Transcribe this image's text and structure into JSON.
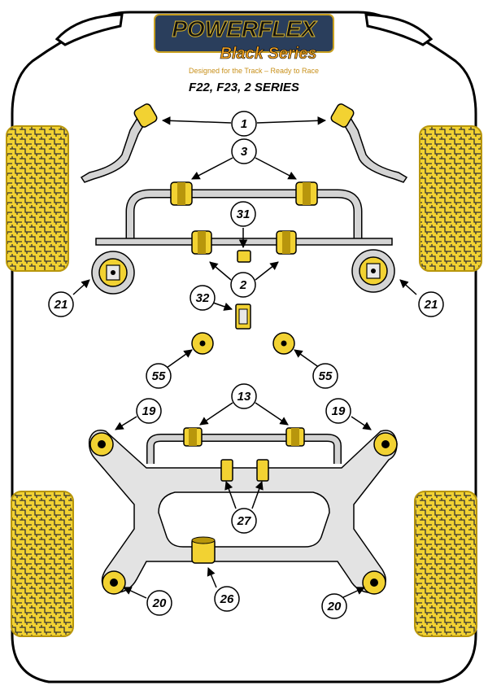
{
  "header": {
    "brand": "POWERFLEX",
    "series": "Black Series",
    "tagline": "Designed for the Track – Ready to Race",
    "model": "F22, F23, 2 SERIES"
  },
  "colors": {
    "bushing": "#f2d232",
    "bushing_dark": "#b8960c",
    "metal": "#d4d4d4",
    "subframe": "#e3e3e3",
    "tyre": "#f2d232",
    "outline": "#000000"
  },
  "callouts": [
    {
      "id": "c1",
      "label": "1"
    },
    {
      "id": "c3",
      "label": "3"
    },
    {
      "id": "c31",
      "label": "31"
    },
    {
      "id": "c2",
      "label": "2"
    },
    {
      "id": "c21l",
      "label": "21"
    },
    {
      "id": "c21r",
      "label": "21"
    },
    {
      "id": "c32",
      "label": "32"
    },
    {
      "id": "c55l",
      "label": "55"
    },
    {
      "id": "c55r",
      "label": "55"
    },
    {
      "id": "c13",
      "label": "13"
    },
    {
      "id": "c19l",
      "label": "19"
    },
    {
      "id": "c19r",
      "label": "19"
    },
    {
      "id": "c27",
      "label": "27"
    },
    {
      "id": "c20l",
      "label": "20"
    },
    {
      "id": "c26",
      "label": "26"
    },
    {
      "id": "c20r",
      "label": "20"
    }
  ]
}
